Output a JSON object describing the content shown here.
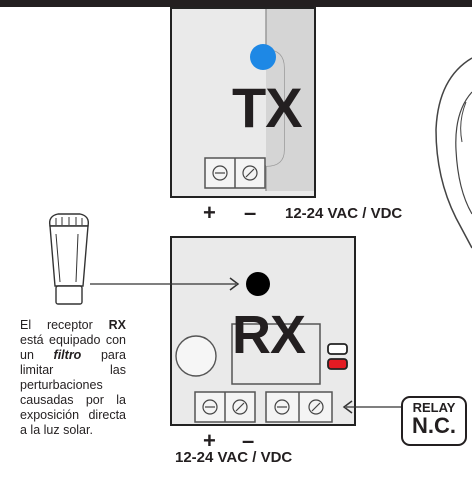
{
  "tx": {
    "label": "TX",
    "plus": "+",
    "minus": "–",
    "voltage": "12-24 VAC / VDC",
    "led_color": "#1e88e5"
  },
  "rx": {
    "label": "RX",
    "plus": "+",
    "minus": "–",
    "voltage": "12-24 VAC / VDC",
    "led_color": "#000000",
    "indicator_color": "#e21b23"
  },
  "description": {
    "part1": "El receptor ",
    "rx_bold": "RX",
    "part2": " está equipado con un ",
    "filtro": "filtro",
    "part3": " para limitar las perturbaciones causadas por la exposición directa a la luz solar."
  },
  "relay": {
    "line1": "RELAY",
    "line2": "N.C."
  },
  "icons": [
    "tx-led-icon",
    "rx-led-icon",
    "sun-filter-icon",
    "terminal-screw-icon",
    "arrow-icon"
  ]
}
